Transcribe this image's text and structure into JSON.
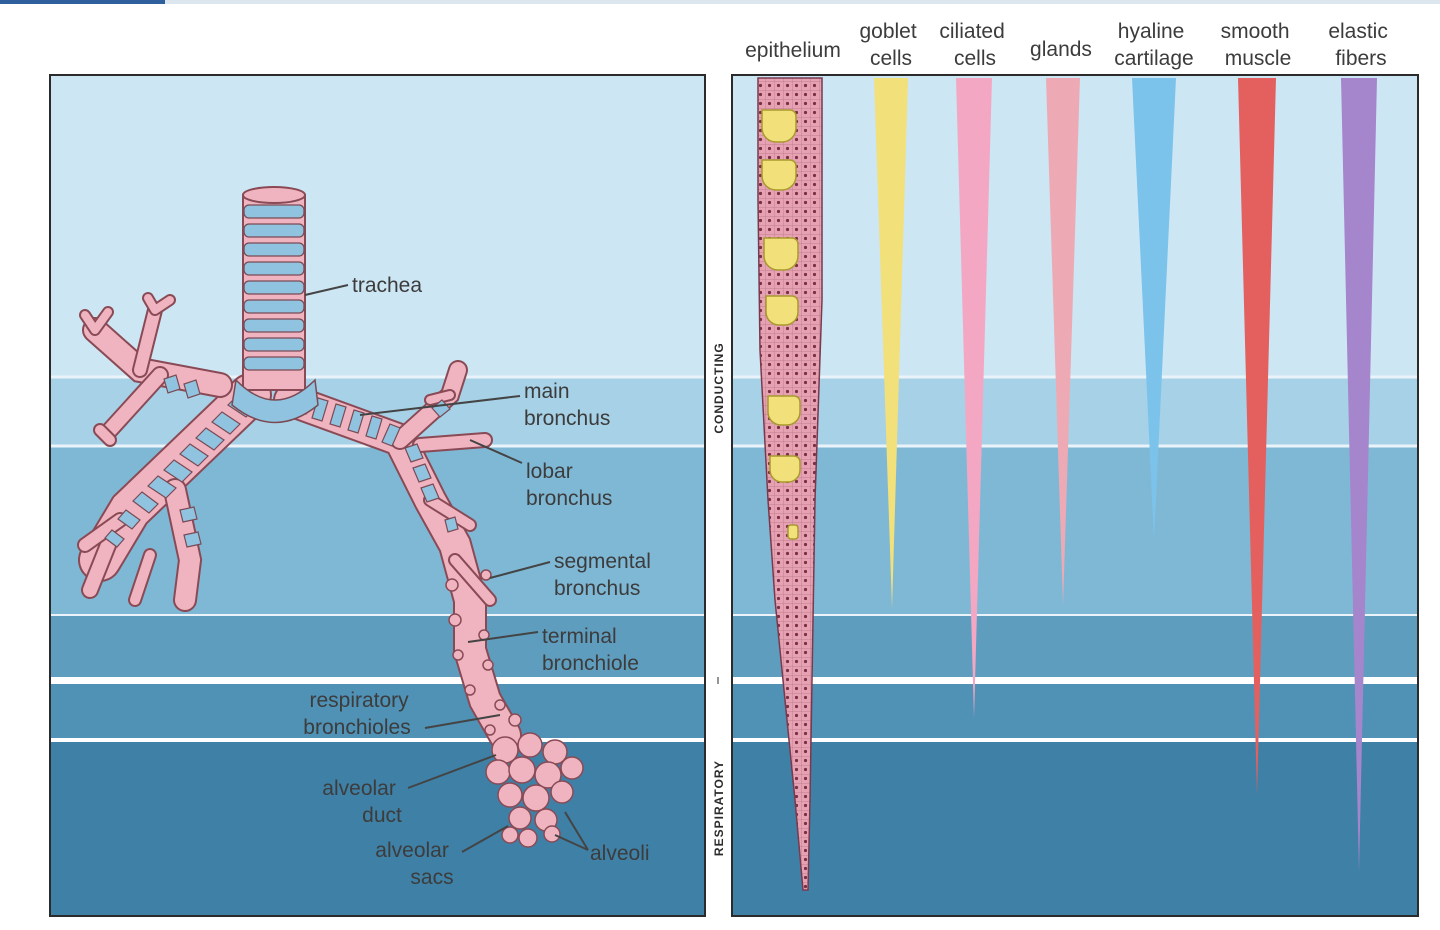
{
  "colors": {
    "band1": "#cde6f4",
    "band2": "#a7d1e6",
    "band3": "#7fb8d5",
    "band4": "#5f9dbf",
    "band5": "#5091b6",
    "band6": "#3f80a6",
    "pink_tissue": "#efb4c0",
    "cartilage_blue": "#8fc3df",
    "goblet_yellow": "#f2e07a",
    "ciliated_pink": "#f4a7c3",
    "glands_pink": "#eeaab4",
    "cartilage_ribbon": "#7cc3ec",
    "muscle_red": "#e4605f",
    "elastic_purple": "#a585cc"
  },
  "structures": {
    "trachea": "trachea",
    "main_bronchus": [
      "main",
      "bronchus"
    ],
    "lobar_bronchus": [
      "lobar",
      "bronchus"
    ],
    "segmental_bronchus": [
      "segmental",
      "bronchus"
    ],
    "terminal_bronchiole": [
      "terminal",
      "bronchiole"
    ],
    "respiratory_bronchioles": [
      "respiratory",
      "bronchioles"
    ],
    "alveolar_duct": [
      "alveolar",
      "duct"
    ],
    "alveolar_sacs": [
      "alveolar",
      "sacs"
    ],
    "alveoli": "alveoli"
  },
  "zones": {
    "conducting": "CONDUCTING",
    "respiratory": "RESPIRATORY"
  },
  "columns": {
    "epithelium": "epithelium",
    "goblet_cells": [
      "goblet",
      "cells"
    ],
    "ciliated_cells": [
      "ciliated",
      "cells"
    ],
    "glands": "glands",
    "hyaline_cartilage": [
      "hyaline",
      "cartilage"
    ],
    "smooth_muscle": [
      "smooth",
      "muscle"
    ],
    "elastic_fibers": [
      "elastic",
      "fibers"
    ]
  }
}
